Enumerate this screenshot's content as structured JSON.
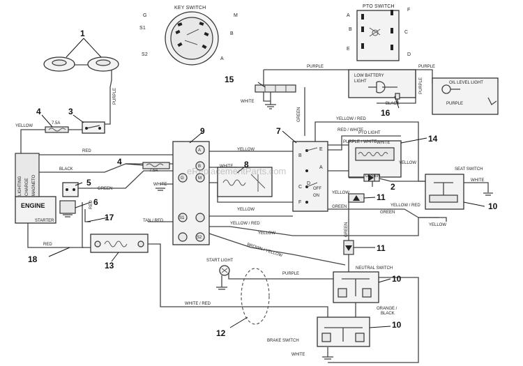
{
  "labels": {
    "key_switch": "KEY SWITCH",
    "pto_switch": "PTO SWITCH",
    "pto_light": "PTO LIGHT",
    "low_battery_light": "LOW BATTERY LIGHT",
    "oil_level_light": "OIL LEVEL LIGHT",
    "seat_switch": "SEAT SWITCH",
    "start_light": "START LIGHT",
    "neutral_switch": "NEUTRAL SWITCH",
    "brake_switch": "BRAKE SWITCH",
    "engine": "ENGINE",
    "lighting": "LIGHTING",
    "charge": "CHARGE",
    "magneto": "MAGNETO",
    "starter": "STARTER",
    "fuse_rating": "7.5A",
    "fuse_rating_2": "7.5A",
    "off": "OFF",
    "on": "ON"
  },
  "key_terminals": {
    "g": "G",
    "m": "M",
    "s1": "S1",
    "b": "B",
    "s2": "S2",
    "a": "A"
  },
  "pto_terminals": {
    "a": "A",
    "f": "F",
    "b": "B",
    "c": "C",
    "e": "E",
    "d": "D"
  },
  "block9_terminals": {
    "a": "A",
    "b": "B",
    "m": "M",
    "g": "G",
    "s1": "S1",
    "s2": "S2"
  },
  "block7_terminals": {
    "e": "E",
    "b": "B",
    "a": "A",
    "c": "C",
    "d": "D",
    "f": "F"
  },
  "wires": {
    "purple_1": "PURPLE",
    "purple_2": "PURPLE",
    "purple_3": "PURPLE",
    "purple_4": "PURPLE",
    "purple_5": "PURPLE",
    "purple_6": "PURPLE",
    "white_1": "WHITE",
    "white_2": "WHITE",
    "white_3": "WHITE",
    "white_4": "WHITE",
    "white_5": "WHITE",
    "white_6": "WHITE",
    "yellow_1": "YELLOW",
    "yellow_2": "YELLOW",
    "yellow_3": "YELLOW",
    "yellow_4": "YELLOW",
    "yellow_5": "YELLOW",
    "yellow_6": "YELLOW",
    "yellow_7": "YELLOW",
    "black_1": "BLACK",
    "black_2": "BLACK",
    "red_1": "RED",
    "red_2": "RED",
    "red_3": "RED",
    "green_1": "GREEN",
    "green_2": "GREEN",
    "green_3": "GREEN",
    "green_4": "GREEN",
    "green_5": "GREEN",
    "green_6": "GREEN",
    "yellow_red_1": "YELLOW / RED",
    "yellow_red_2": "YELLOW / RED",
    "yellow_red_3": "YELLOW / RED",
    "red_white": "RED / WHITE",
    "tan_red": "TAN / RED",
    "brown_yellow": "BROWN / YELLOW",
    "white_red": "WHITE / RED",
    "orange_black": "ORANGE / BLACK"
  },
  "callouts": [
    "1",
    "2",
    "3",
    "4",
    "4",
    "5",
    "6",
    "7",
    "8",
    "9",
    "10",
    "10",
    "10",
    "11",
    "11",
    "12",
    "13",
    "14",
    "15",
    "16",
    "17",
    "18"
  ],
  "watermark": "eReplacementParts.com"
}
